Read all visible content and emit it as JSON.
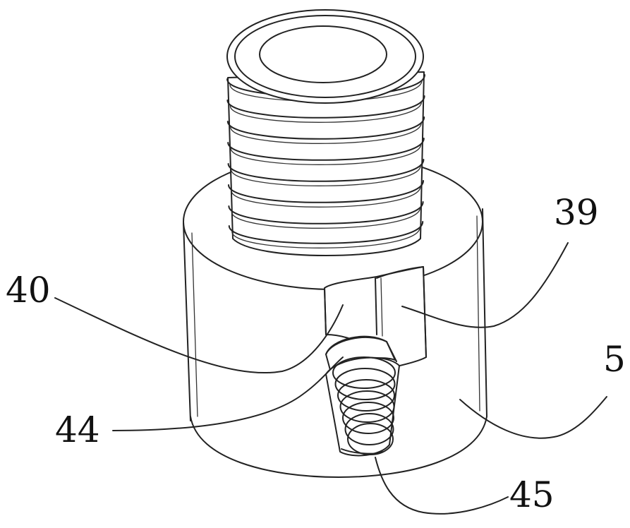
{
  "labels": {
    "part_39": "39",
    "part_40": "40",
    "part_5": "5",
    "part_44": "44",
    "part_45": "45"
  },
  "colors": {
    "line": "#222222",
    "background": "#ffffff"
  }
}
